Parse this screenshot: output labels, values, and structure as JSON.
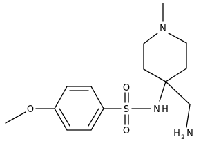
{
  "molecule": {
    "atoms": {
      "n_ring": "N",
      "n_h": "N",
      "h_on_n": "H",
      "s": "S",
      "o_top": "O",
      "o_bottom": "O",
      "o_methoxy": "O",
      "nh2_h": "H",
      "nh2_sub": "2",
      "nh2_n": "N"
    }
  },
  "colors": {
    "bond": "#000000",
    "text": "#000000",
    "background": "#ffffff"
  }
}
